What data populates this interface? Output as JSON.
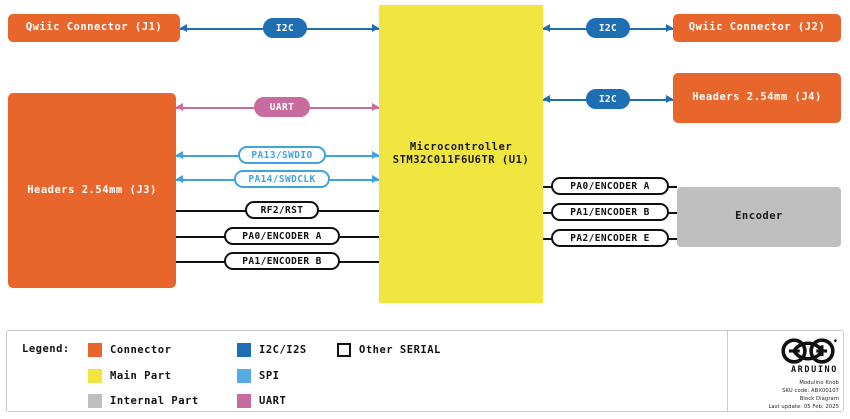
{
  "diagram": {
    "blocks": [
      {
        "id": "j1",
        "label": "Qwiic Connector (J1)",
        "kind": "connector"
      },
      {
        "id": "j3",
        "label": "Headers 2.54mm (J3)",
        "kind": "connector"
      },
      {
        "id": "u1",
        "label": "Microcontroller\nSTM32C011F6U6TR (U1)",
        "line1": "Microcontroller",
        "line2": "STM32C011F6U6TR (U1)",
        "kind": "main"
      },
      {
        "id": "j2",
        "label": "Qwiic Connector (J2)",
        "kind": "connector"
      },
      {
        "id": "j4",
        "label": "Headers 2.54mm (J4)",
        "kind": "connector"
      },
      {
        "id": "enc",
        "label": "Encoder",
        "kind": "internal"
      }
    ],
    "connections": [
      {
        "id": "c1",
        "label": "I2C",
        "bus": "i2c",
        "from": "j1",
        "to": "u1",
        "bidirectional": true
      },
      {
        "id": "c2",
        "label": "I2C",
        "bus": "i2c",
        "from": "u1",
        "to": "j2",
        "bidirectional": true
      },
      {
        "id": "c3",
        "label": "I2C",
        "bus": "i2c",
        "from": "u1",
        "to": "j4",
        "bidirectional": true
      },
      {
        "id": "c4",
        "label": "UART",
        "bus": "uart",
        "from": "j3",
        "to": "u1",
        "bidirectional": true
      },
      {
        "id": "c5",
        "label": "PA13/SWDIO",
        "bus": "spi",
        "from": "j3",
        "to": "u1",
        "bidirectional": true
      },
      {
        "id": "c6",
        "label": "PA14/SWDCLK",
        "bus": "spi",
        "from": "j3",
        "to": "u1",
        "bidirectional": true
      },
      {
        "id": "c7",
        "label": "RF2/RST",
        "bus": "serial",
        "from": "j3",
        "to": "u1",
        "bidirectional": false
      },
      {
        "id": "c8",
        "label": "PA0/ENCODER A",
        "bus": "serial",
        "from": "j3",
        "to": "u1",
        "bidirectional": false
      },
      {
        "id": "c9",
        "label": "PA1/ENCODER B",
        "bus": "serial",
        "from": "j3",
        "to": "u1",
        "bidirectional": false
      },
      {
        "id": "c10",
        "label": "PA0/ENCODER A",
        "bus": "serial",
        "from": "u1",
        "to": "enc",
        "bidirectional": false
      },
      {
        "id": "c11",
        "label": "PA1/ENCODER B",
        "bus": "serial",
        "from": "u1",
        "to": "enc",
        "bidirectional": false
      },
      {
        "id": "c12",
        "label": "PA2/ENCODER E",
        "bus": "serial",
        "from": "u1",
        "to": "enc",
        "bidirectional": false
      }
    ]
  },
  "legend": {
    "title": "Legend:",
    "items": [
      {
        "label": "Connector",
        "color": "#E8662C",
        "style": "filled"
      },
      {
        "label": "Main Part",
        "color": "#F0E63F",
        "style": "filled"
      },
      {
        "label": "Internal Part",
        "color": "#BFBFBF",
        "style": "filled"
      },
      {
        "label": "I2C/I2S",
        "color": "#1E6EB4",
        "style": "filled"
      },
      {
        "label": "SPI",
        "color": "#56ACE2",
        "style": "filled"
      },
      {
        "label": "UART",
        "color": "#C86CA0",
        "style": "filled"
      },
      {
        "label": "Other SERIAL",
        "color": "#111111",
        "style": "hollow"
      }
    ]
  },
  "brand": {
    "wordmark": "ARDUINO",
    "product": "Modulino Knob",
    "sku": "SKU code: ABX00107",
    "doc_type": "Block Diagram",
    "last_update": "Last update: 05 Feb, 2025"
  }
}
